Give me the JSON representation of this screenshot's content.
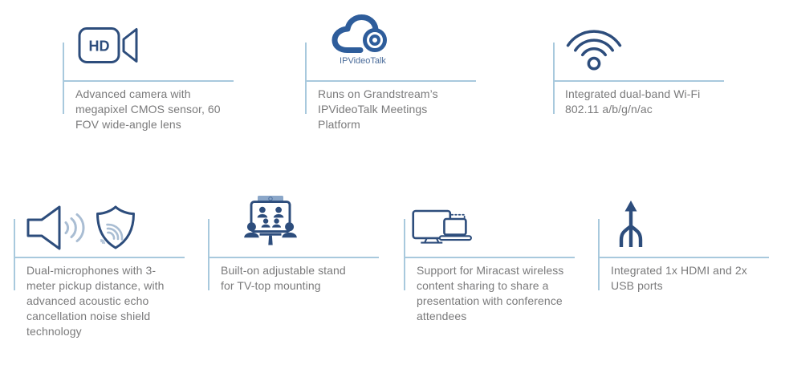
{
  "colors": {
    "navy": "#2d4d7c",
    "cloud_blue": "#2e5d9b",
    "light_blue": "#a9bdd3",
    "divider": "#a8c9dd",
    "text_gray": "#7a7a7b",
    "label_blue": "#4c6d9b",
    "camera_bar_blue": "#8ba7c9"
  },
  "features": [
    {
      "id": "camera",
      "icon": "hd-camera-icon",
      "icon_label": "HD",
      "description": "Advanced camera with megapixel CMOS sensor, 60 FOV wide-angle lens"
    },
    {
      "id": "ipvideotalk",
      "icon": "ipvideotalk-cloud-icon",
      "icon_label": "IPVideoTalk",
      "description": "Runs on Grandstream’s IPVideoTalk Meetings Platform"
    },
    {
      "id": "wifi",
      "icon": "wifi-icon",
      "description": "Integrated dual-band Wi-Fi 802.11 a/b/g/n/ac"
    },
    {
      "id": "microphones",
      "icon": "speaker-shield-icon",
      "description": "Dual-microphones with 3-meter pickup distance, with advanced acoustic echo cancellation noise shield technology"
    },
    {
      "id": "stand",
      "icon": "tv-stand-icon",
      "description": "Built-on adjustable stand for TV-top mounting"
    },
    {
      "id": "miracast",
      "icon": "miracast-icon",
      "description": "Support for Miracast wireless content sharing to share a presentation with conference attendees"
    },
    {
      "id": "ports",
      "icon": "usb-hdmi-icon",
      "description": "Integrated 1x HDMI and 2x USB ports"
    }
  ]
}
